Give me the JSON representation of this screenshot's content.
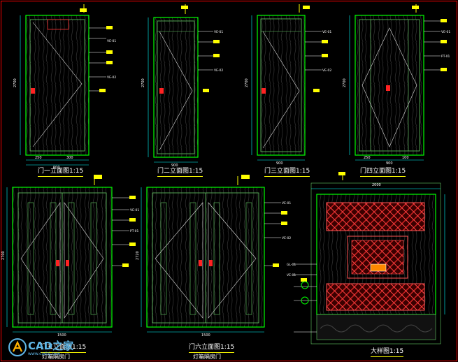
{
  "colors": {
    "background": "#000000",
    "frame": "#ff0000",
    "door_outline": "#00ff00",
    "inner_line": "#66cc66",
    "dimension": "#00ffff",
    "annotation": "#ffffff",
    "tag": "#ffff00",
    "hardware": "#ff0000",
    "panel_pattern": "#cc2222",
    "watermark": "#5fb6e6"
  },
  "views": [
    {
      "title": "门一立面图1:15"
    },
    {
      "title": "门二立面图1:15"
    },
    {
      "title": "门三立面图1:15"
    },
    {
      "title": "门四立面图1:15"
    },
    {
      "title": "门五立面图1:15",
      "subtitle": "灯箱隔房门"
    },
    {
      "title": "门六立面图1:15",
      "subtitle": "灯箱隔房门"
    },
    {
      "title": "大样图1:15"
    }
  ],
  "dims": {
    "height_2700": "2700",
    "height_2720": "2720",
    "width_900": "900",
    "width_1500": "1500",
    "width_2000": "2000",
    "seg_250": "250",
    "seg_300": "300",
    "seg_100": "100"
  },
  "tags": {
    "v01": "VE-01",
    "v02": "VE-02",
    "p01": "PT-01",
    "g01": "GL-01"
  },
  "watermark": {
    "brand": "CAD之家",
    "site": "www.cadzj.com"
  }
}
